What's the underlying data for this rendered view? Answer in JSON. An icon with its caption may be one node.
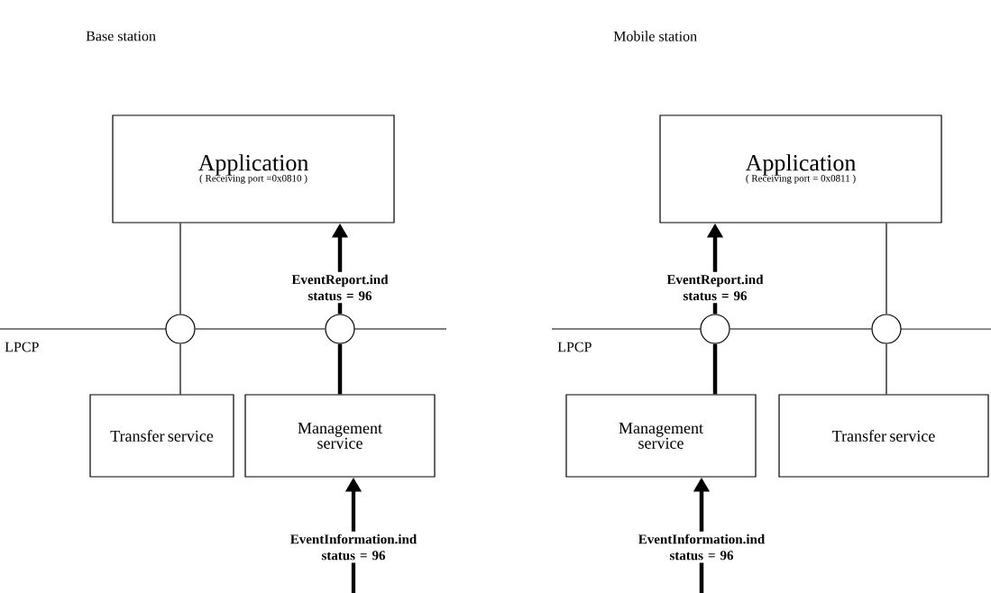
{
  "diagram": {
    "nodes": [
      {
        "text": [
          "Application",
          "( Receiving port =0x0810 )"
        ]
      },
      {
        "text": [],
        "shape": "circle"
      },
      {
        "text": [],
        "shape": "circle"
      },
      {
        "text": [
          "Transfer service"
        ]
      },
      {
        "text": [
          "Management service"
        ]
      },
      {
        "text": [
          "Application",
          "( Receiving port = 0x0811 )"
        ]
      },
      {
        "text": [],
        "shape": "circle"
      },
      {
        "text": [],
        "shape": "circle"
      },
      {
        "text": [
          "Management service"
        ]
      },
      {
        "text": [
          "Transfer service"
        ]
      }
    ],
    "edges": [
      {
        "from": 0,
        "to": 1,
        "arrow": "none"
      },
      {
        "from": 1,
        "to": 2,
        "arrow": "none"
      },
      {
        "from": 1,
        "to": 3,
        "arrow": "none"
      },
      {
        "from": 4,
        "to": 2,
        "arrow": "none",
        "style": "thick"
      },
      {
        "from": 2,
        "to": 0,
        "arrow": "to",
        "style": "thick",
        "label": "EventReport.ind status = 96"
      },
      {
        "from": null,
        "to": 4,
        "arrow": "to",
        "style": "thick",
        "label": "EventInformation.ind status = 96"
      },
      {
        "from": 5,
        "to": 7,
        "arrow": "none"
      },
      {
        "from": 6,
        "to": 7,
        "arrow": "none"
      },
      {
        "from": 7,
        "to": 9,
        "arrow": "none"
      },
      {
        "from": 8,
        "to": 6,
        "arrow": "none",
        "style": "thick"
      },
      {
        "from": 6,
        "to": 5,
        "arrow": "to",
        "style": "thick",
        "label": "EventReport.ind status = 96"
      },
      {
        "from": null,
        "to": 8,
        "arrow": "to",
        "style": "thick",
        "label": "EventInformation.ind status = 96"
      }
    ],
    "labels": [
      "Base station",
      "Mobile station",
      "LPCP",
      "LPCP"
    ]
  }
}
